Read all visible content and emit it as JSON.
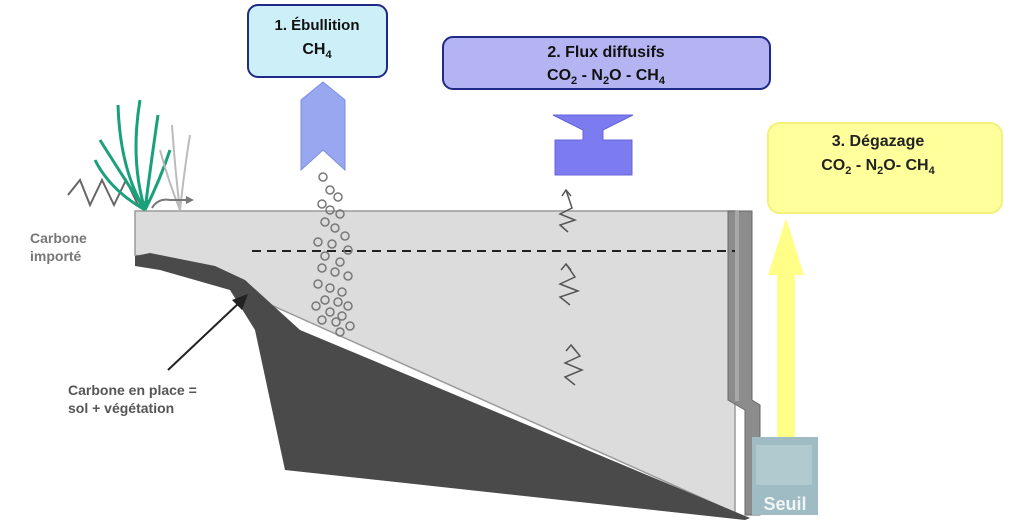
{
  "colors": {
    "water": "#dcdcdc",
    "sediment": "#4a4a4a",
    "box1_fill": "#cdeff7",
    "box2_fill": "#b4b4f2",
    "box3_fill": "#ffff9c",
    "box_border": "#1f2a86",
    "yellow_arrow": "#ffff88",
    "blue_arrow": "#98a8f0",
    "purple_arrow": "#7c7cf0"
  },
  "box1": {
    "line1": "1. Ébullition",
    "f1": "CH",
    "f1_sub": "4"
  },
  "box2": {
    "line1": "2. Flux diffusifs",
    "a": "CO",
    "a_sub": "2",
    "sep1": " - N",
    "b_sub": "2",
    "b": "O - CH",
    "c_sub": "4"
  },
  "box3": {
    "line1": "3. Dégazage",
    "a": "CO",
    "a_sub": "2",
    "sep1": " - N",
    "b_sub": "2",
    "b": "O- CH",
    "c_sub": "4"
  },
  "labels": {
    "carbone_importe_1": "Carbone",
    "carbone_importe_2": "importé",
    "carbone_place_1": "Carbone en place =",
    "carbone_place_2": "sol + végétation",
    "seuil": "Seuil"
  }
}
